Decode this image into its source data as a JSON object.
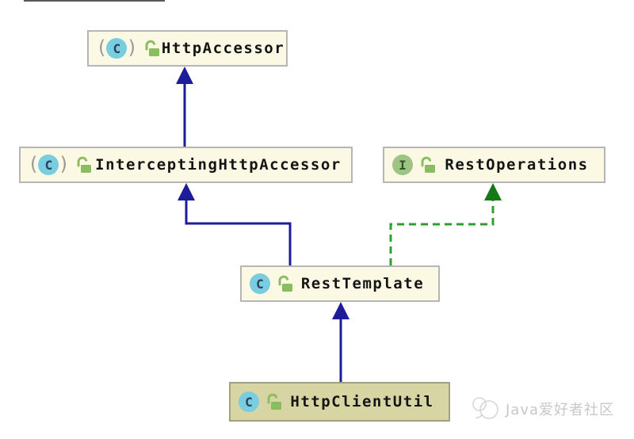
{
  "diagram": {
    "kind": "uml-class-diagram",
    "nodes": [
      {
        "label": "HttpAccessor",
        "type": "abstract class",
        "icon_letter": "C",
        "visibility": "public",
        "selected": false
      },
      {
        "label": "InterceptingHttpAccessor",
        "type": "abstract class",
        "icon_letter": "C",
        "visibility": "public",
        "selected": false
      },
      {
        "label": "RestOperations",
        "type": "interface",
        "icon_letter": "I",
        "visibility": "public",
        "selected": false
      },
      {
        "label": "RestTemplate",
        "type": "class",
        "icon_letter": "C",
        "visibility": "public",
        "selected": false
      },
      {
        "label": "HttpClientUtil",
        "type": "class",
        "icon_letter": "C",
        "visibility": "public",
        "selected": true
      }
    ],
    "edges": [
      {
        "from": "InterceptingHttpAccessor",
        "to": "HttpAccessor",
        "relation": "extends",
        "style": "solid-blue"
      },
      {
        "from": "RestTemplate",
        "to": "InterceptingHttpAccessor",
        "relation": "extends",
        "style": "solid-blue"
      },
      {
        "from": "RestTemplate",
        "to": "RestOperations",
        "relation": "implements",
        "style": "dashed-green"
      },
      {
        "from": "HttpClientUtil",
        "to": "RestTemplate",
        "relation": "extends",
        "style": "solid-blue"
      }
    ]
  },
  "icons": {
    "abstract_marker_open": "(",
    "abstract_marker_close": ")",
    "class_icon": "blue circle with C",
    "interface_icon": "green circle with I",
    "lock_icon": "green open padlock (public)"
  },
  "colors": {
    "node_bg": "#fbf9e4",
    "node_border": "#b6b6b6",
    "selected_bg": "#d8d5a4",
    "selected_border": "#a3a07e",
    "extends_arrow": "#1d1d99",
    "implements_line": "#2da02d",
    "implements_head": "#157a15",
    "class_icon_bg": "#7accdf",
    "interface_icon_bg": "#9cc483",
    "lock_green": "#8abd5f",
    "label_text": "#141414",
    "watermark": "#c7c7c7"
  },
  "watermark": {
    "text": "Java爱好者社区"
  }
}
